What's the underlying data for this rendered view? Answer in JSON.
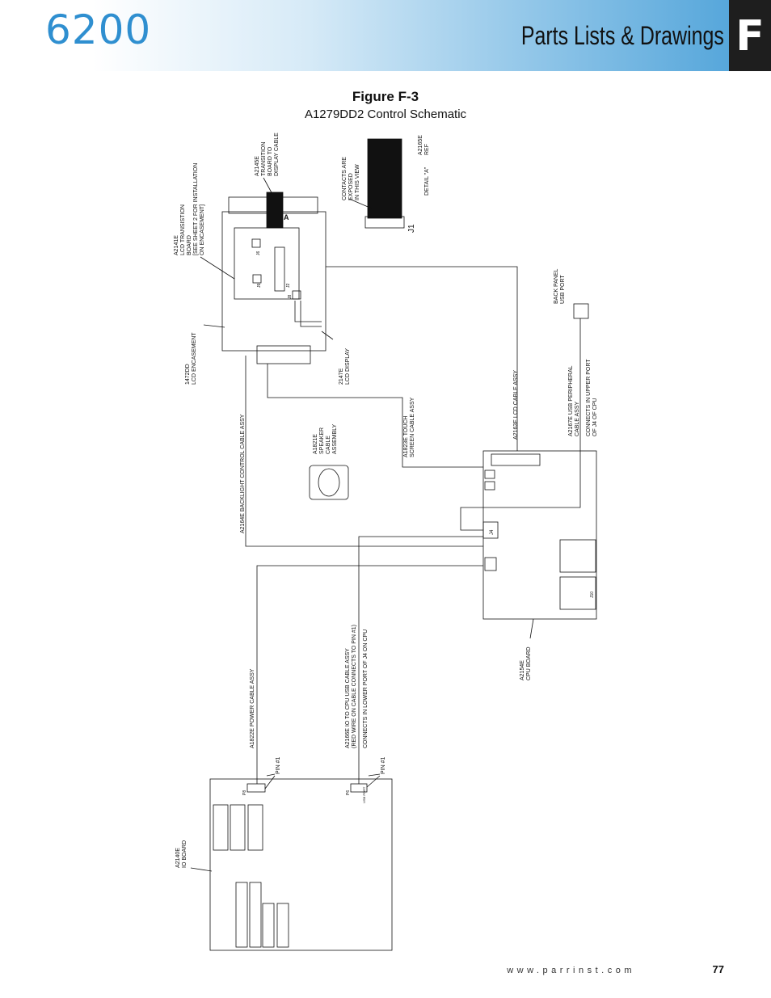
{
  "header": {
    "model": "6200",
    "section_title": "Parts Lists & Drawings",
    "tab_letter": "F"
  },
  "figure": {
    "label": "Figure F-3",
    "caption": "A1279DD2 Control Schematic"
  },
  "labels": {
    "transition_board": [
      "A2145E",
      "TRANSITION",
      "BOARD TO",
      "DISPLAY CABLE"
    ],
    "contacts": [
      "CONTACTS ARE",
      "EXPOSED",
      "IN THIS VIEW"
    ],
    "cable_ref": [
      "A2165E",
      "REF"
    ],
    "detail": "DETAIL \"A\"",
    "j1": "J1",
    "lcd_transition": [
      "A2141E",
      "LCD TRANSISTION",
      "BOARD",
      "[SEE SHEET 2 FOR INSTALLATION",
      "ON ENCASEMENT]"
    ],
    "lcd_encasement": [
      "1472DD",
      "LCD ENCASEMENT"
    ],
    "lcd_display": [
      "2147E",
      "LCD DISPLAY"
    ],
    "backlight_cable": "A2164E BACKLIGHT CONTROL CABLE ASSY",
    "speaker": [
      "A1821E",
      "SPEAKER",
      "CABLE",
      "ASSEMBLY"
    ],
    "touch_cable": [
      "A1823E TOUCH",
      "SCREEN CABLE ASSY"
    ],
    "lcd_cable": "A2163E LCD CABLE ASSY",
    "back_panel": [
      "BACK PANEL",
      "USB PORT"
    ],
    "usb_peripheral": [
      "A2167E USB PERIPHERAL",
      "CABLE ASSY",
      "CONNECTS IN UPPER PORT",
      "OF J4 OF CPU"
    ],
    "cpu_board": [
      "A2154E",
      "CPU BOARD"
    ],
    "power_cable": "A1822E POWER CABLE ASSY",
    "io_usb_cable": [
      "A2166E IO TO CPU USB CABLE ASSY",
      "(RED WIRE ON CABLE CONNECTS TO PIN #1)",
      "CONNECTS IN  LOWER PORT OF  J4 ON CPU"
    ],
    "pin1": "PIN #1",
    "io_board": [
      "A2140E",
      "IO BOARD"
    ],
    "p8": "P8",
    "p6": "P6",
    "usb_port_small": "USB PORT",
    "j4": "J4",
    "j6": "J6",
    "j9": "J9",
    "j2": "J2",
    "j8": "J8",
    "j10": "J10",
    "ja": "A"
  },
  "footer": {
    "url": "www.parrinst.com",
    "page": "77"
  }
}
